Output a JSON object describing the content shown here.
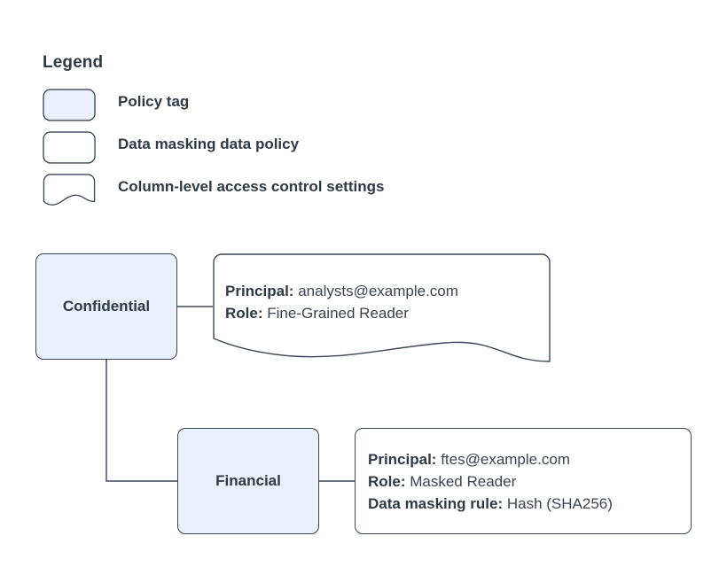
{
  "legend": {
    "title": "Legend",
    "items": [
      {
        "swatch": "policy-tag-swatch",
        "label": "Policy tag"
      },
      {
        "swatch": "data-masking-swatch",
        "label": "Data masking data policy"
      },
      {
        "swatch": "column-access-swatch",
        "label": "Column-level access control settings"
      }
    ]
  },
  "diagram": {
    "nodes": [
      {
        "id": "confidential",
        "label": "Confidential"
      },
      {
        "id": "financial",
        "label": "Financial"
      }
    ],
    "confidential_policy": {
      "lines": [
        {
          "key": "Principal:",
          "value": "analysts@example.com"
        },
        {
          "key": "Role:",
          "value": "Fine-Grained Reader"
        }
      ]
    },
    "financial_policy": {
      "lines": [
        {
          "key": "Principal:",
          "value": "ftes@example.com"
        },
        {
          "key": "Role:",
          "value": "Masked Reader"
        },
        {
          "key": "Data masking rule:",
          "value": "Hash (SHA256)"
        }
      ]
    }
  },
  "colors": {
    "tag_fill": "#eaf1fc",
    "stroke": "#3c4858",
    "text": "#2f3a46",
    "page_bg": "#ffffff"
  }
}
